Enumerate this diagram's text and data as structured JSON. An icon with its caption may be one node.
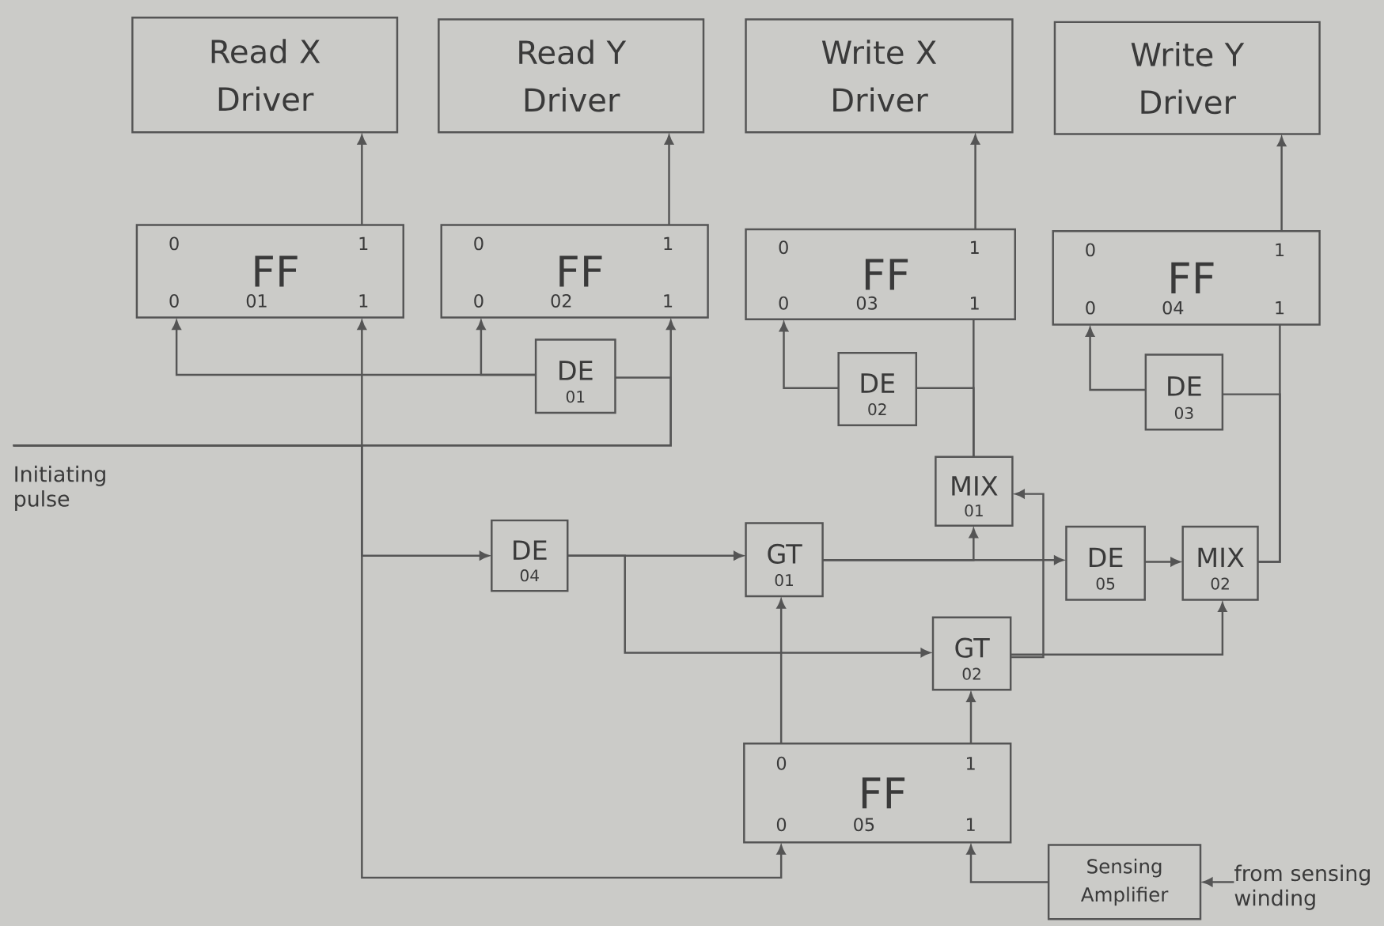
{
  "diagram": {
    "nodes": [
      {
        "text": [
          "Read X Driver"
        ]
      },
      {
        "text": [
          "Read Y Driver"
        ]
      },
      {
        "text": [
          "Write X Driver"
        ]
      },
      {
        "text": [
          "Write Y Driver"
        ]
      },
      {
        "text": [
          "0",
          "1",
          "FF",
          "0",
          "01",
          "1"
        ]
      },
      {
        "text": [
          "0",
          "1",
          "FF",
          "0",
          "02",
          "1"
        ]
      },
      {
        "text": [
          "0",
          "1",
          "FF",
          "0",
          "03",
          "1"
        ]
      },
      {
        "text": [
          "0",
          "1",
          "FF",
          "0",
          "04",
          "1"
        ]
      },
      {
        "text": [
          "DE",
          "01"
        ]
      },
      {
        "text": [
          "DE",
          "02"
        ]
      },
      {
        "text": [
          "DE",
          "03"
        ]
      },
      {
        "text": [
          "MIX",
          "01"
        ]
      },
      {
        "text": [
          "DE",
          "04"
        ]
      },
      {
        "text": [
          "GT",
          "01"
        ]
      },
      {
        "text": [
          "DE",
          "05"
        ]
      },
      {
        "text": [
          "MIX",
          "02"
        ]
      },
      {
        "text": [
          "GT",
          "02"
        ]
      },
      {
        "text": [
          "0",
          "1",
          "FF",
          "0",
          "05",
          "1"
        ]
      },
      {
        "text": [
          "Sensing Amplifier"
        ]
      },
      {
        "text": [
          "Initiating pulse"
        ]
      },
      {
        "text": [
          "from sensing winding"
        ]
      }
    ],
    "edges": [
      {
        "from": 4,
        "to": 0,
        "arrow": "to"
      },
      {
        "from": 5,
        "to": 1,
        "arrow": "to"
      },
      {
        "from": 6,
        "to": 2,
        "arrow": "to"
      },
      {
        "from": 7,
        "to": 3,
        "arrow": "to"
      },
      {
        "from": 11,
        "to": 6,
        "arrow": "none"
      },
      {
        "from": 11,
        "to": 9,
        "arrow": "none"
      },
      {
        "from": 9,
        "to": 6,
        "arrow": "to"
      },
      {
        "from": 15,
        "to": 7,
        "arrow": "none"
      },
      {
        "from": 15,
        "to": 10,
        "arrow": "none"
      },
      {
        "from": 10,
        "to": 7,
        "arrow": "to"
      },
      {
        "from": 19,
        "to": 4,
        "arrow": "to"
      },
      {
        "from": 19,
        "to": 5,
        "arrow": "to"
      },
      {
        "from": 19,
        "to": 8,
        "arrow": "none"
      },
      {
        "from": 8,
        "to": 5,
        "arrow": "to"
      },
      {
        "from": 8,
        "to": 4,
        "arrow": "to"
      },
      {
        "from": 19,
        "to": 12,
        "arrow": "to"
      },
      {
        "from": 19,
        "to": 17,
        "arrow": "to"
      },
      {
        "from": 12,
        "to": 13,
        "arrow": "to"
      },
      {
        "from": 12,
        "to": 16,
        "arrow": "to"
      },
      {
        "from": 13,
        "to": 14,
        "arrow": "to"
      },
      {
        "from": 13,
        "to": 11,
        "arrow": "to"
      },
      {
        "from": 14,
        "to": 15,
        "arrow": "to"
      },
      {
        "from": 16,
        "to": 15,
        "arrow": "to"
      },
      {
        "from": 16,
        "to": 11,
        "arrow": "to"
      },
      {
        "from": 17,
        "to": 13,
        "arrow": "to"
      },
      {
        "from": 17,
        "to": 16,
        "arrow": "to"
      },
      {
        "from": 18,
        "to": 17,
        "arrow": "to"
      },
      {
        "from": 20,
        "to": 18,
        "arrow": "to"
      }
    ]
  }
}
